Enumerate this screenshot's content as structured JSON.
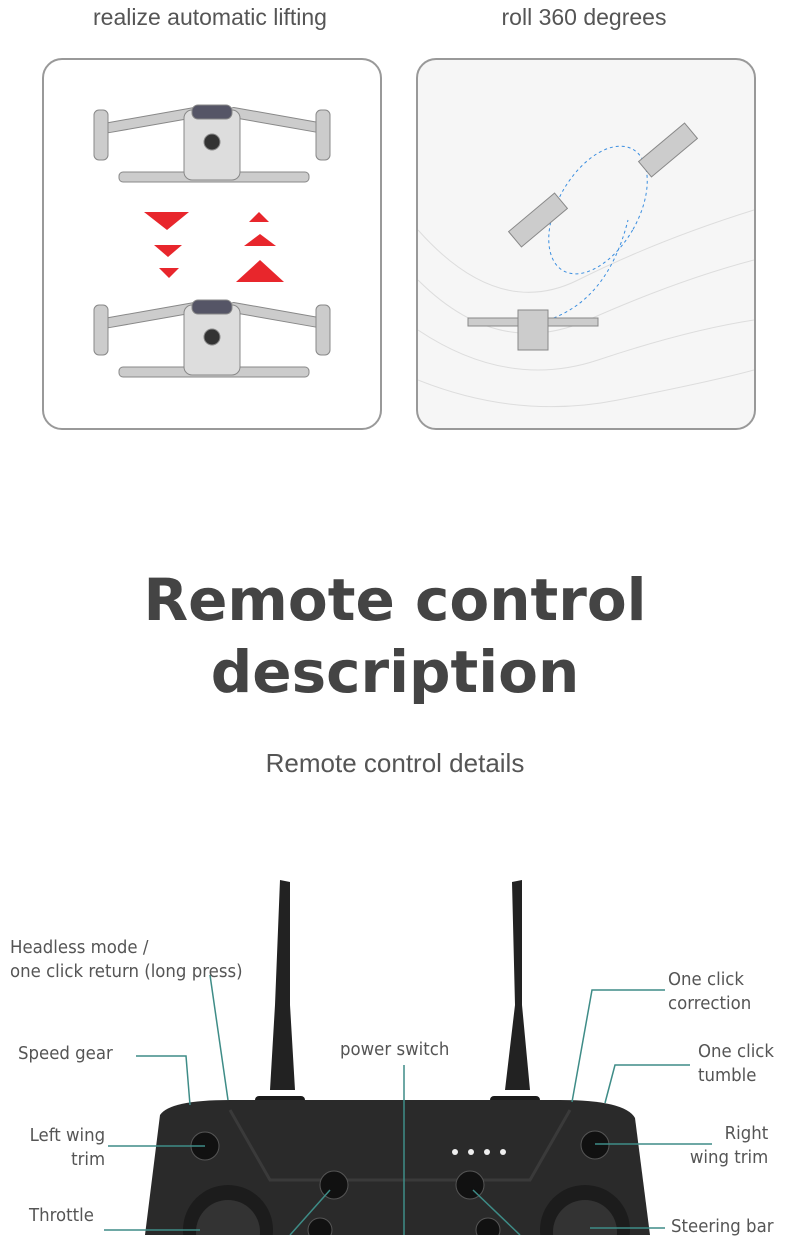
{
  "features": [
    {
      "caption": "realize automatic lifting"
    },
    {
      "caption": "roll 360 degrees"
    }
  ],
  "section": {
    "title_line1": "Remote control",
    "title_line2": "description",
    "subtitle": "Remote control details"
  },
  "labels": {
    "headless": "Headless mode /",
    "headless2": "one click return (long press)",
    "speed": "Speed gear",
    "power": "power switch",
    "correction1": "One click",
    "correction2": "correction",
    "tumble1": "One click",
    "tumble2": "tumble",
    "left1": "Left wing",
    "left2": "trim",
    "right1": "Right",
    "right2": "wing trim",
    "throttle": "Throttle",
    "steering": "Steering bar"
  },
  "colors": {
    "line": "#3e8c87",
    "arrow": "#e8262c"
  }
}
